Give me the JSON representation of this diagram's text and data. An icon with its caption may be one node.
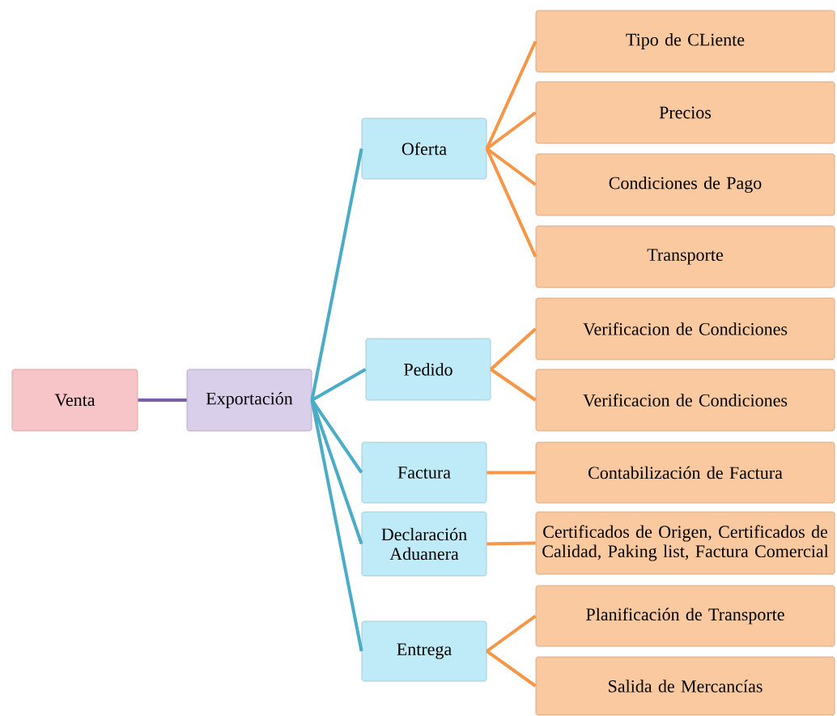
{
  "diagram": {
    "nodes": [
      {
        "text": [
          "Venta"
        ]
      },
      {
        "text": [
          "Exportación"
        ]
      },
      {
        "text": [
          "Oferta"
        ]
      },
      {
        "text": [
          "Pedido"
        ]
      },
      {
        "text": [
          "Factura"
        ]
      },
      {
        "text": [
          "Declaración Aduanera"
        ]
      },
      {
        "text": [
          "Entrega"
        ]
      },
      {
        "text": [
          "Tipo de CLiente"
        ]
      },
      {
        "text": [
          "Precios"
        ]
      },
      {
        "text": [
          "Condiciones de Pago"
        ]
      },
      {
        "text": [
          "Transporte"
        ]
      },
      {
        "text": [
          "Verificacion de Condiciones"
        ]
      },
      {
        "text": [
          "Verificacion de Condiciones"
        ]
      },
      {
        "text": [
          "Contabilización de Factura"
        ]
      },
      {
        "text": [
          "Certificados de Origen, Certificados de Calidad, Paking list, Factura Comercial"
        ]
      },
      {
        "text": [
          "Planificación de Transporte"
        ]
      },
      {
        "text": [
          "Salida de Mercancías"
        ]
      }
    ],
    "edges": [
      {
        "from": 0,
        "to": 1,
        "arrow": "none",
        "color": "#7b5fa6"
      },
      {
        "from": 1,
        "to": 2,
        "arrow": "none",
        "color": "#4aacc6"
      },
      {
        "from": 1,
        "to": 3,
        "arrow": "none",
        "color": "#4aacc6"
      },
      {
        "from": 1,
        "to": 4,
        "arrow": "none",
        "color": "#4aacc6"
      },
      {
        "from": 1,
        "to": 5,
        "arrow": "none",
        "color": "#4aacc6"
      },
      {
        "from": 1,
        "to": 6,
        "arrow": "none",
        "color": "#4aacc6"
      },
      {
        "from": 2,
        "to": 7,
        "arrow": "none"
      },
      {
        "from": 2,
        "to": 8,
        "arrow": "none"
      },
      {
        "from": 2,
        "to": 9,
        "arrow": "none"
      },
      {
        "from": 2,
        "to": 10,
        "arrow": "none"
      },
      {
        "from": 3,
        "to": 11,
        "arrow": "none"
      },
      {
        "from": 3,
        "to": 12,
        "arrow": "none"
      },
      {
        "from": 4,
        "to": 13,
        "arrow": "none"
      },
      {
        "from": 5,
        "to": 14,
        "arrow": "none"
      },
      {
        "from": 6,
        "to": 15,
        "arrow": "none"
      },
      {
        "from": 6,
        "to": 16,
        "arrow": "none"
      }
    ]
  }
}
